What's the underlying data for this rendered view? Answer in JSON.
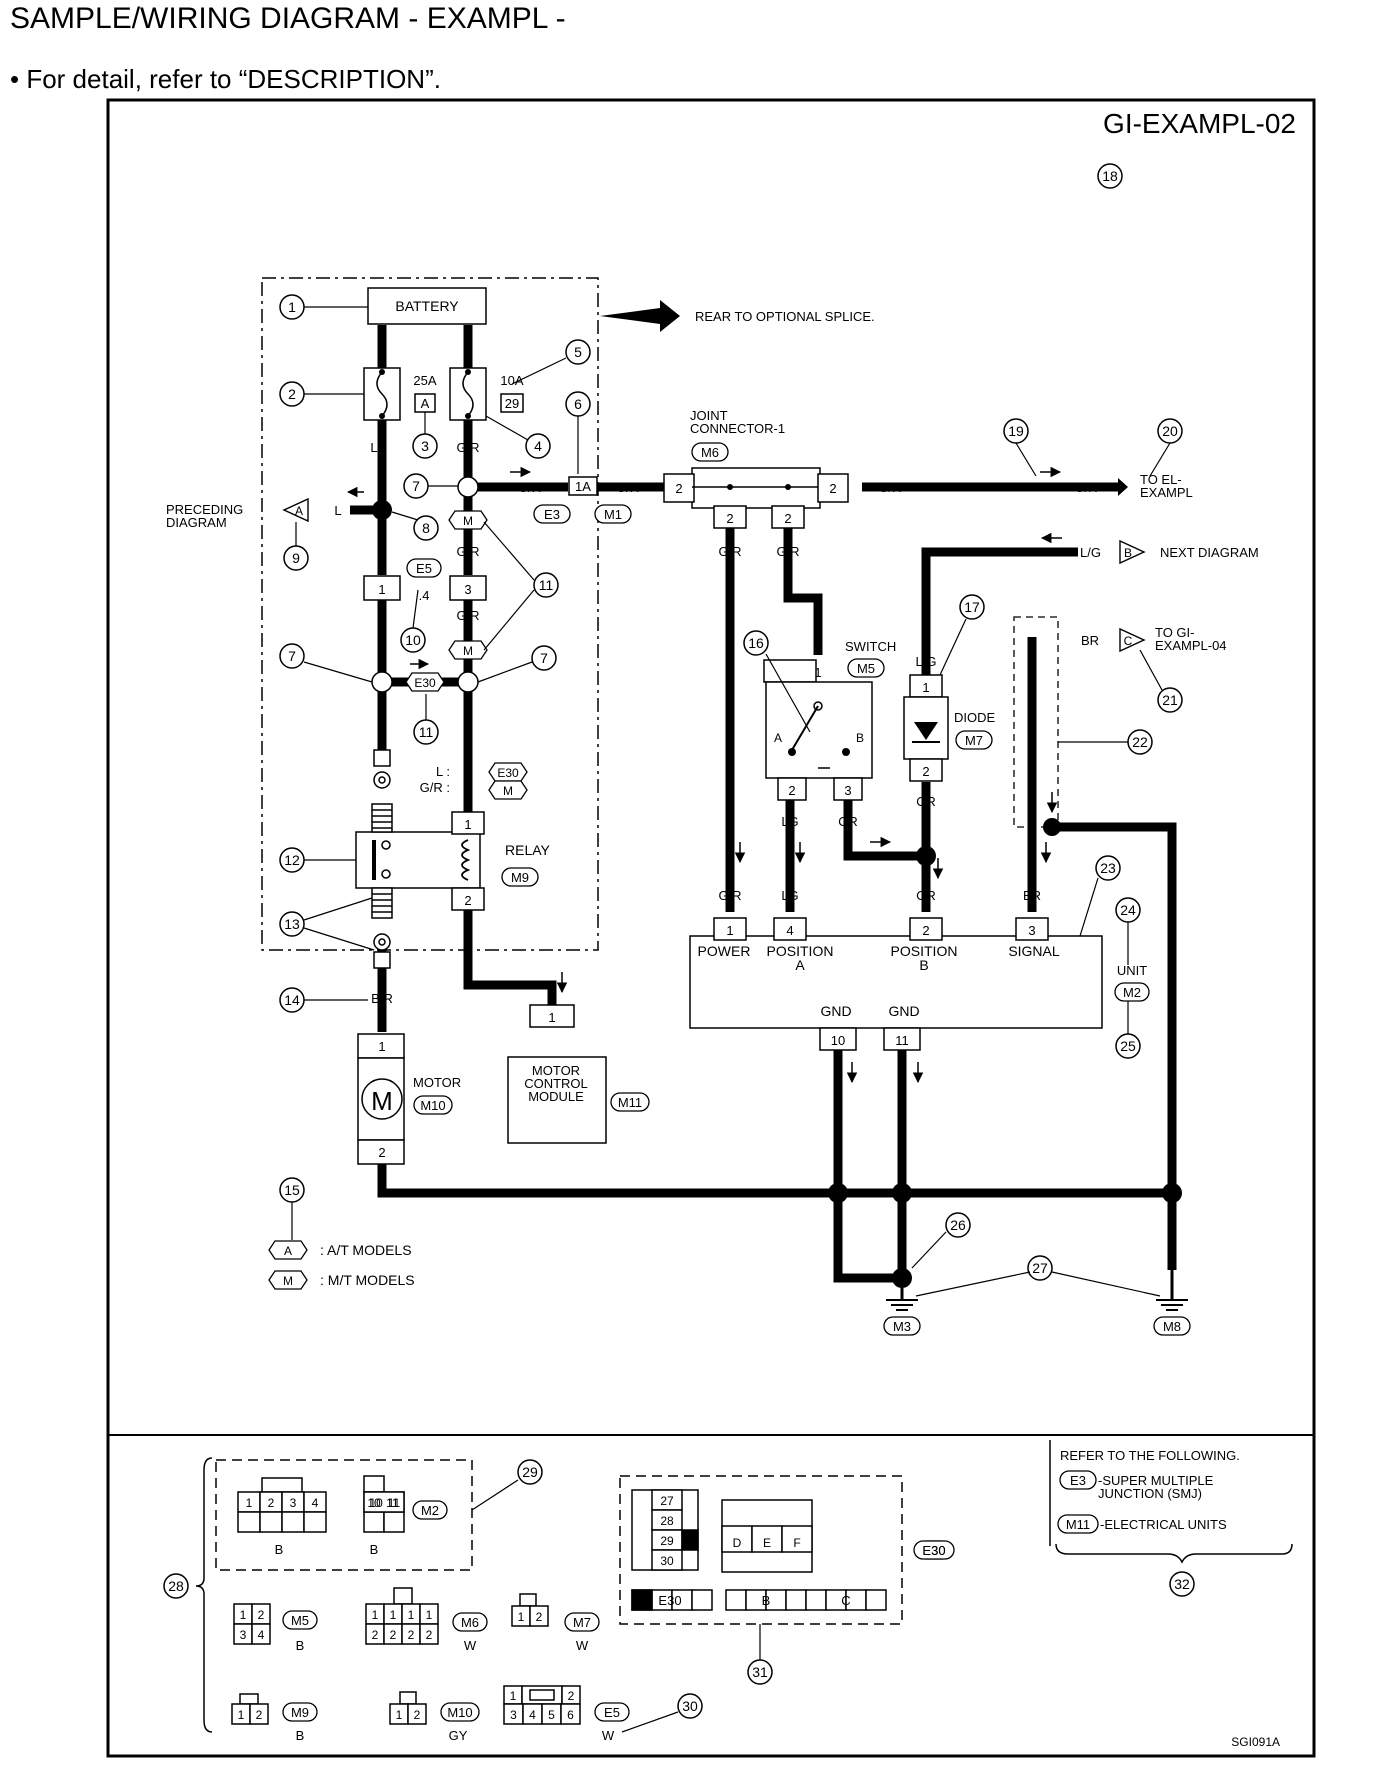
{
  "header": {
    "title": "SAMPLE/WIRING DIAGRAM - EXAMPL -",
    "note": "• For detail, refer to “DESCRIPTION”."
  },
  "diagram": {
    "code": "GI-EXAMPL-02",
    "footer_code": "SGI091A",
    "callouts": [
      "1",
      "2",
      "3",
      "4",
      "5",
      "6",
      "7",
      "8",
      "9",
      "10",
      "11",
      "12",
      "13",
      "14",
      "15",
      "16",
      "17",
      "18",
      "19",
      "20",
      "21",
      "22",
      "23",
      "24",
      "25",
      "26",
      "27",
      "28",
      "29",
      "30",
      "31",
      "32"
    ],
    "components": {
      "battery": "BATTERY",
      "fuse_a": "25A",
      "fuse_a_box": "A",
      "fuse_b": "10A",
      "fuse_b_box": "29",
      "rear_note": "REAR TO OPTIONAL SPLICE.",
      "joint_connector": "JOINT\nCONNECTOR-1",
      "switch": "SWITCH",
      "diode": "DIODE",
      "relay": "RELAY",
      "motor": "MOTOR",
      "motor_letter": "M",
      "motor_control": "MOTOR\nCONTROL\nMODULE",
      "unit": "UNIT",
      "preceding": "PRECEDING\nDIAGRAM",
      "next": "NEXT  DIAGRAM",
      "to_el": "TO EL-\nEXAMPL",
      "to_gi": "TO GI-\nEXAMPL-04",
      "switch_a": "A",
      "switch_b": "B"
    },
    "connectors": [
      "M6",
      "M5",
      "M7",
      "M9",
      "M10",
      "M11",
      "M2",
      "M3",
      "M8",
      "E3",
      "M1",
      "E5",
      "E30",
      "A",
      "M",
      "B",
      "C",
      "1A"
    ],
    "wire_colors": [
      "L",
      "G/R",
      "B/R",
      "R",
      "LG",
      "OR",
      "L/G",
      "BR",
      "B"
    ],
    "l_label": "L :",
    "gr_label": "G/R :",
    "pins": [
      "1",
      "2",
      "3",
      "4",
      "10",
      "11",
      "10|11",
      "27",
      "28",
      "29",
      "30",
      "D",
      "E",
      "F"
    ],
    "unit_terminals": [
      "POWER",
      "POSITION\nA",
      "POSITION\nB",
      "SIGNAL",
      "GND",
      "GND"
    ],
    "legend": [
      {
        "symbol": "A",
        "text": ": A/T MODELS"
      },
      {
        "symbol": "M",
        "text": ": M/T MODELS"
      }
    ],
    "connector_views": {
      "m2_color": "B",
      "m5_color": "B",
      "m6_color": "W",
      "m7_color": "W",
      "m9_color": "B",
      "m10_color": "GY",
      "e5_color": "W"
    },
    "refer": {
      "heading": "REFER TO THE FOLLOWING.",
      "e3_text": "-SUPER MULTIPLE\nJUNCTION (SMJ)",
      "m11_text": "-ELECTRICAL UNITS"
    }
  }
}
